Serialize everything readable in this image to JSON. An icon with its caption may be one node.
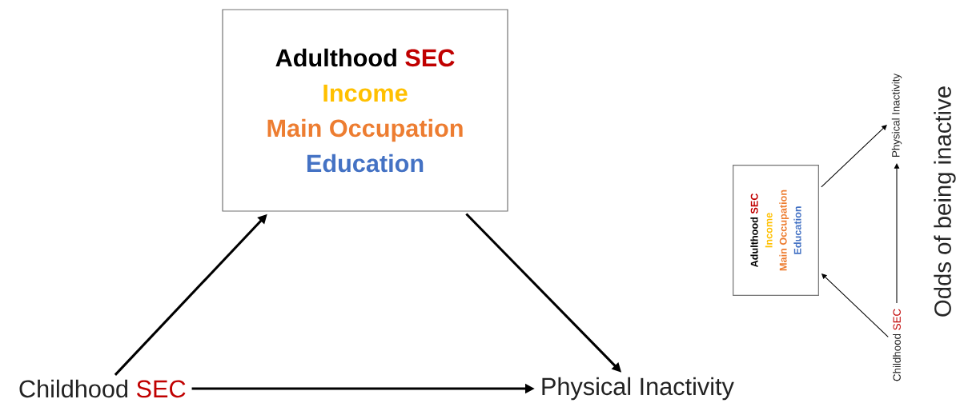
{
  "diagram": {
    "nodes": [
      {
        "text": [
          "Adulthood",
          "SEC",
          "Income",
          "Main Occupation",
          "Education"
        ]
      },
      {
        "text": [
          "Childhood",
          "SEC"
        ]
      },
      {
        "text": [
          "Physical Inactivity"
        ]
      },
      {
        "text": [
          "Adulthood",
          "SEC",
          "Income",
          "Main Occupation",
          "Education"
        ]
      },
      {
        "text": [
          "Childhood",
          "SEC"
        ]
      },
      {
        "text": [
          "Physical Inactivity"
        ]
      }
    ],
    "edges": [
      {
        "from": 1,
        "to": 0,
        "arrow": "to",
        "style": "thick"
      },
      {
        "from": 0,
        "to": 2,
        "arrow": "to",
        "style": "thick"
      },
      {
        "from": 1,
        "to": 2,
        "arrow": "to",
        "style": "thick"
      },
      {
        "from": 4,
        "to": 3,
        "arrow": "to"
      },
      {
        "from": 3,
        "to": 5,
        "arrow": "to"
      },
      {
        "from": 4,
        "to": 5,
        "arrow": "to"
      }
    ],
    "labels": [
      "Odds of being inactive"
    ]
  }
}
